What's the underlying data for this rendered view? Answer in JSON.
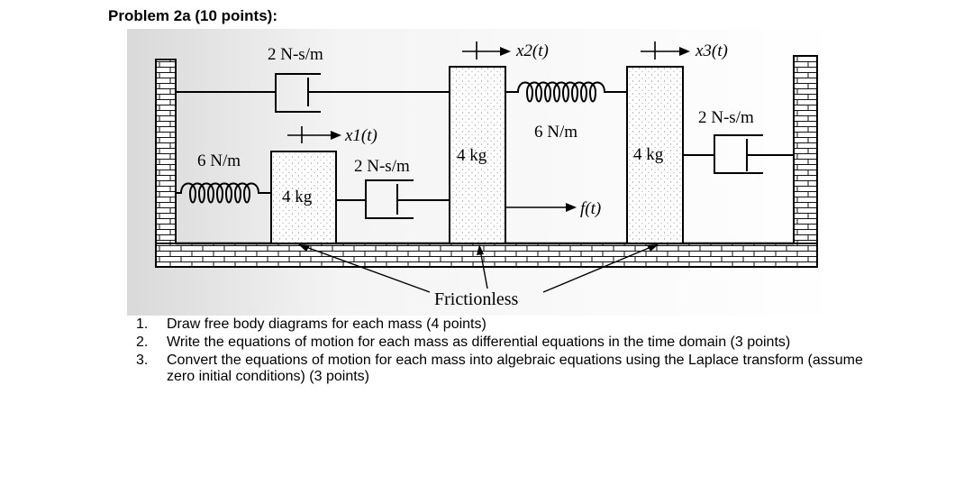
{
  "header": {
    "title": "Problem 2a (10 points):"
  },
  "diagram": {
    "damper_top_label": "2 N-s/m",
    "spring_left_label": "6 N/m",
    "damper_mid_label": "2 N-s/m",
    "spring_right_label": "6 N/m",
    "damper_right_label": "2 N-s/m",
    "mass1_label": "4 kg",
    "mass2_label": "4 kg",
    "mass3_label": "4 kg",
    "x1_label": "x1(t)",
    "x2_label": "x2(t)",
    "x3_label": "x3(t)",
    "force_label": "f(t)",
    "frictionless_label": "Frictionless"
  },
  "tasks": [
    {
      "num": "1.",
      "text": "Draw free body diagrams for each mass (4 points)"
    },
    {
      "num": "2.",
      "text": "Write the equations of motion for each mass as differential equations in the time domain (3 points)"
    },
    {
      "num": "3.",
      "text": "Convert the equations of motion for each mass into algebraic equations using the Laplace transform (assume zero initial conditions) (3 points)"
    }
  ]
}
